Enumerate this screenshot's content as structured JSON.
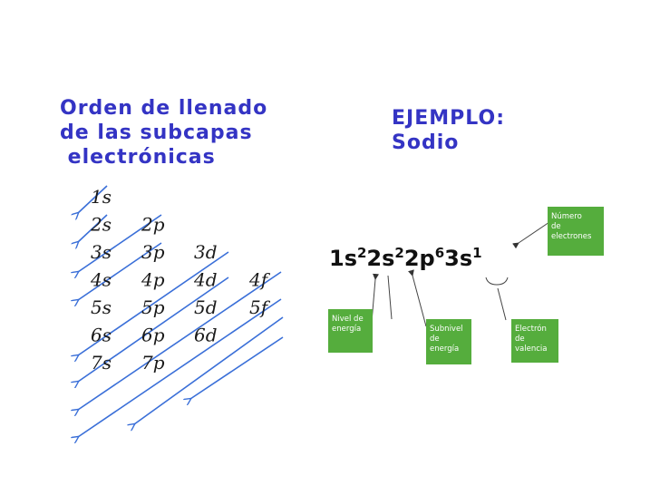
{
  "left_title": "Orden de llenado\nde las subcapas\n electrónicas",
  "right_title": "EJEMPLO:\nSodio",
  "orbitals": [
    [
      "1s"
    ],
    [
      "2s",
      "2p"
    ],
    [
      "3s",
      "3p",
      "3d"
    ],
    [
      "4s",
      "4p",
      "4d",
      "4f"
    ],
    [
      "5s",
      "5p",
      "5d",
      "5f"
    ],
    [
      "6s",
      "6p",
      "6d"
    ],
    [
      "7s",
      "7p"
    ]
  ],
  "configuration": [
    {
      "level": "1",
      "sub": "s",
      "electrons": "2"
    },
    {
      "level": "2",
      "sub": "s",
      "electrons": "2"
    },
    {
      "level": "2",
      "sub": "p",
      "electrons": "6"
    },
    {
      "level": "3",
      "sub": "s",
      "electrons": "1"
    }
  ],
  "labels": {
    "nivel": [
      "Nivel de",
      "energía"
    ],
    "subnivel": [
      "Subnivel",
      "de",
      "energía"
    ],
    "electron_valencia": [
      "Electrón",
      "de",
      "valencia"
    ],
    "numero_electrones": [
      "Número",
      "de",
      "electrones"
    ]
  },
  "colors": {
    "title": "#3434c4",
    "arrow": "#3a6fd8",
    "label_box": "#55ad3d"
  }
}
